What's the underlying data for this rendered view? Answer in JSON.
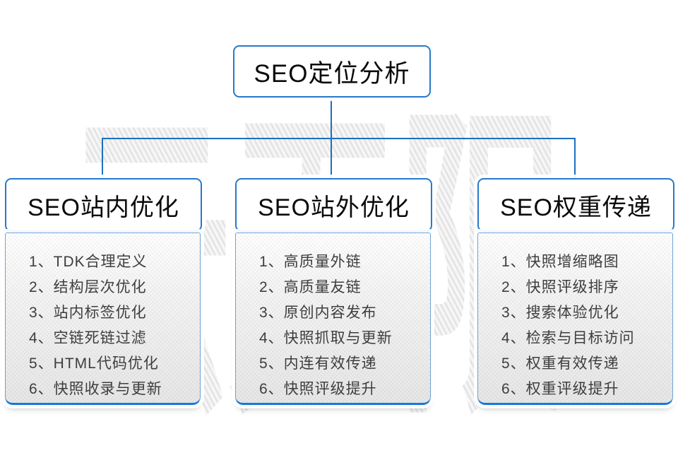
{
  "diagram": {
    "root": {
      "title": "SEO定位分析"
    },
    "columns": [
      {
        "title": "SEO站内优化",
        "items": [
          "1、TDK合理定义",
          "2、结构层次优化",
          "3、站内标签优化",
          "4、空链死链过滤",
          "5、HTML代码优化",
          "6、快照收录与更新"
        ]
      },
      {
        "title": "SEO站外优化",
        "items": [
          "1、高质量外链",
          "2、高质量友链",
          "3、原创内容发布",
          "4、快照抓取与更新",
          "5、内连有效传递",
          "6、快照评级提升"
        ]
      },
      {
        "title": "SEO权重传递",
        "items": [
          "1、快照增缩略图",
          "2、快照评级排序",
          "3、搜索体验优化",
          "4、检索与目标访问",
          "5、权重有效传递",
          "6、权重评级提升"
        ]
      }
    ],
    "watermark": "云无限",
    "colors": {
      "box_border": "#2779c9",
      "connector_line": "#1d6fc0",
      "list_bottom_border": "#1778d8",
      "list_text": "#3e3e3e",
      "title_text": "#0a0a0a"
    }
  }
}
